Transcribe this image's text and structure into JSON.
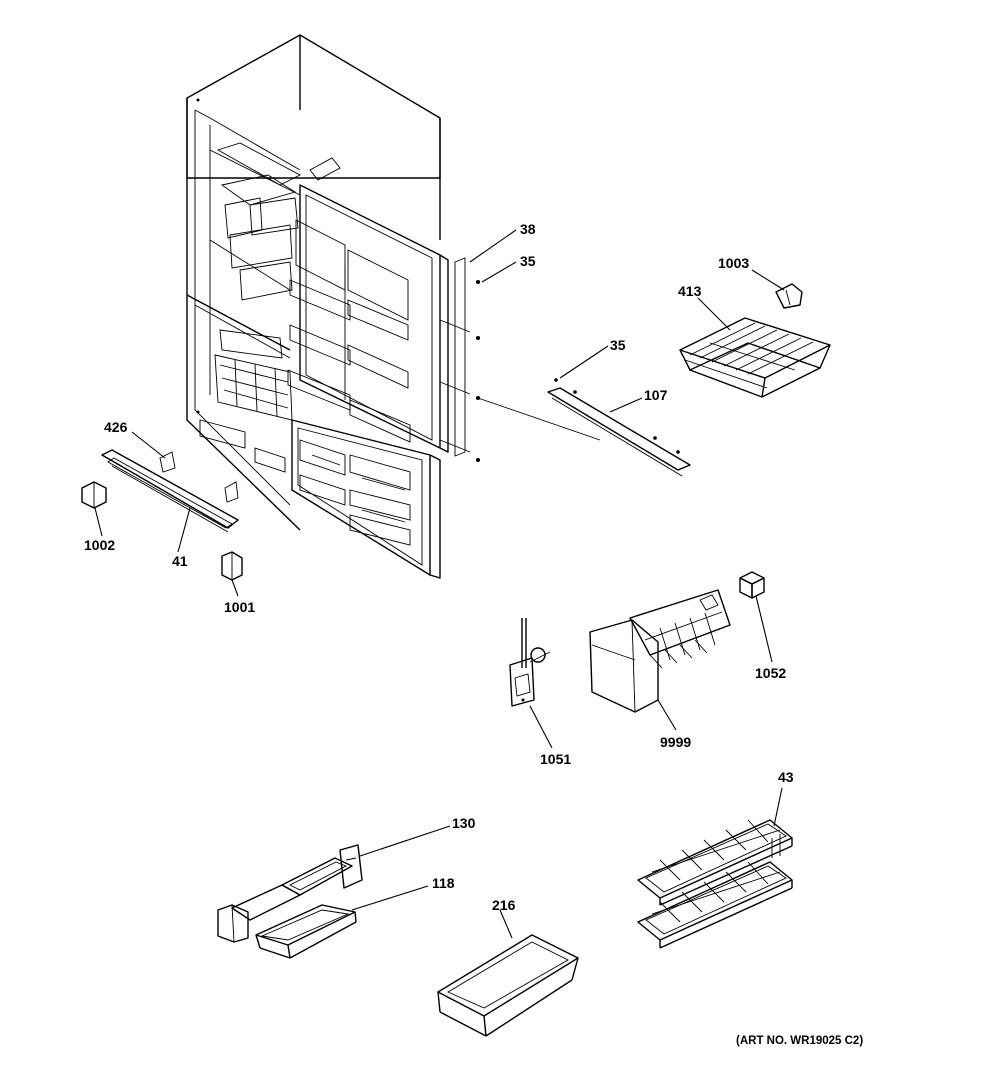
{
  "callouts": {
    "c38": "38",
    "c35a": "35",
    "c1003": "1003",
    "c413": "413",
    "c35b": "35",
    "c107": "107",
    "c426": "426",
    "c1002": "1002",
    "c41": "41",
    "c1001": "1001",
    "c1052": "1052",
    "c9999": "9999",
    "c1051": "1051",
    "c43": "43",
    "c130": "130",
    "c118": "118",
    "c216": "216"
  },
  "art_number": "(ART NO. WR19025 C2)"
}
